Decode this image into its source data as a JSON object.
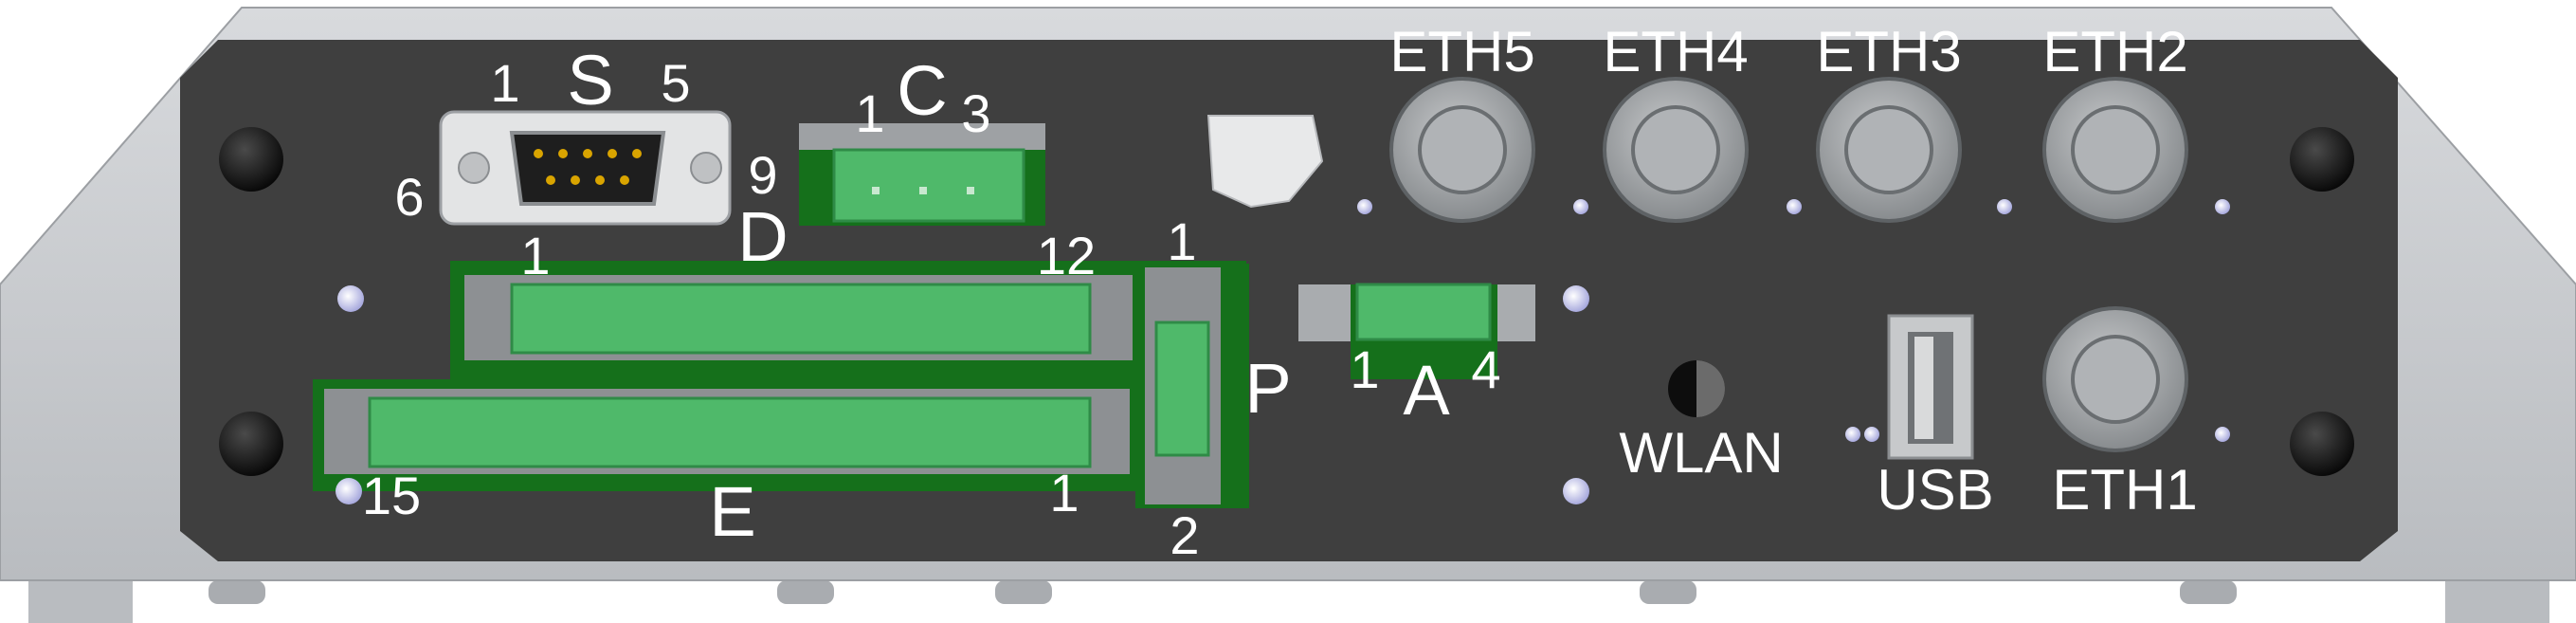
{
  "connectors": {
    "serial": {
      "name": "S",
      "pins": {
        "p1": "1",
        "p5": "5",
        "p6": "6",
        "p9": "9"
      }
    },
    "can": {
      "name": "C",
      "pins": {
        "p1": "1",
        "p3": "3"
      }
    },
    "digital": {
      "name": "D",
      "pins": {
        "p1": "1",
        "p12": "12"
      }
    },
    "extension": {
      "name": "E",
      "pins": {
        "p15": "15",
        "p1": "1"
      }
    },
    "power": {
      "name": "P",
      "pins": {
        "p1": "1",
        "p2": "2"
      }
    },
    "analog": {
      "name": "A",
      "pins": {
        "p1": "1",
        "p4": "4"
      }
    },
    "wlan": {
      "name": "WLAN"
    },
    "usb": {
      "name": "USB"
    },
    "eth": [
      "ETH5",
      "ETH4",
      "ETH3",
      "ETH2",
      "ETH1"
    ]
  },
  "colors": {
    "body": "#c8cacd",
    "panel": "#3f3f3f",
    "terminal_green": "#4fb96a",
    "board_green": "#15701b",
    "label": "#ffffff"
  },
  "icons": [
    "screw-icon",
    "rj45-icon",
    "usb-port-icon",
    "wlan-antenna-icon"
  ]
}
